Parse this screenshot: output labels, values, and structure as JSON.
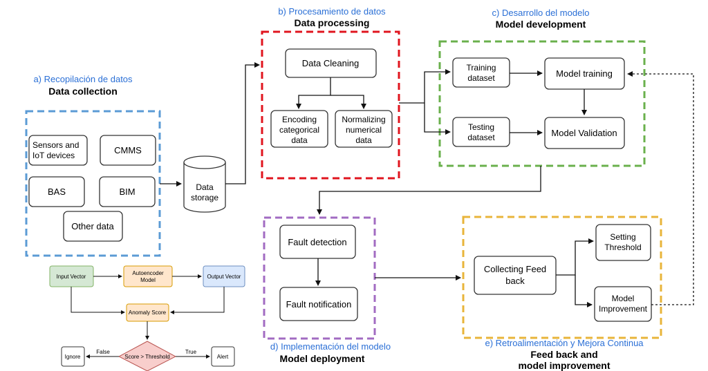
{
  "sections": {
    "data_collection": {
      "es": "a) Recopilación de datos",
      "en": "Data collection"
    },
    "data_processing": {
      "es": "b) Procesamiento de datos",
      "en": "Data processing"
    },
    "model_development": {
      "es": "c) Desarrollo del modelo",
      "en": "Model development"
    },
    "model_deployment": {
      "es": "d) Implementación del modelo",
      "en": "Model deployment"
    },
    "feedback": {
      "es": "e) Retroalimentación  y Mejora Continua",
      "en_line1": "Feed back and",
      "en_line2": "model improvement"
    }
  },
  "nodes": {
    "sensors_1": "Sensors and",
    "sensors_2": "IoT devices",
    "cmms": "CMMS",
    "bas": "BAS",
    "bim": "BIM",
    "other": "Other data",
    "storage_1": "Data",
    "storage_2": "storage",
    "cleaning": "Data Cleaning",
    "encoding_1": "Encoding",
    "encoding_2": "categorical",
    "encoding_3": "data",
    "normalizing_1": "Normalizing",
    "normalizing_2": "numerical",
    "normalizing_3": "data",
    "training_ds_1": "Training",
    "training_ds_2": "dataset",
    "testing_ds_1": "Testing",
    "testing_ds_2": "dataset",
    "model_training": "Model training",
    "model_validation": "Model Validation",
    "fault_detection": "Fault detection",
    "fault_notification": "Fault notification",
    "collecting_1": "Collecting Feed",
    "collecting_2": "back",
    "setting_1": "Setting",
    "setting_2": "Threshold",
    "improvement_1": "Model",
    "improvement_2": "Improvement"
  },
  "mini": {
    "input_vector": "Input Vector",
    "autoencoder_1": "Autoencoder",
    "autoencoder_2": "Model",
    "output_vector": "Output Vector",
    "anomaly_score": "Anomaly Score",
    "decision": "Score > Threshold",
    "ignore": "Ignore",
    "alert": "Alert",
    "false_label": "False",
    "true_label": "True"
  },
  "colors": {
    "collection": "#5b9bd5",
    "processing": "#e0141e",
    "development": "#6ab04c",
    "deployment": "#a26bc2",
    "feedback": "#e8b43a",
    "section_es": "#2a6fd6"
  }
}
